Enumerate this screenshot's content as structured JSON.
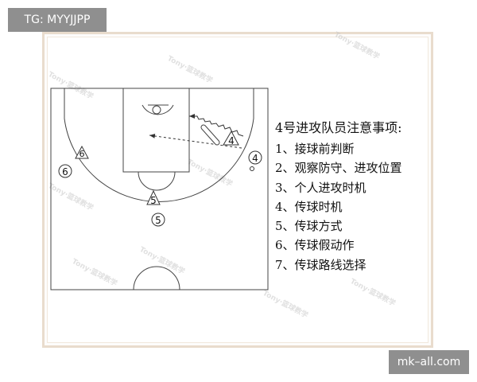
{
  "badges": {
    "top_left": "TG: MYYJJPP",
    "bottom_right": "mk–all.com"
  },
  "notes": {
    "title": "4号进攻队员注意事项:",
    "items": [
      "1、接球前判断",
      "2、观察防守、进攻位置",
      "3、个人进攻时机",
      "4、传球时机",
      "5、传球方式",
      "6、传球假动作",
      "7、传球路线选择"
    ]
  },
  "players": {
    "offense_4": "4",
    "defense_4": "4",
    "offense_5": "5",
    "defense_5": "5",
    "offense_6": "6",
    "defense_6": "6"
  },
  "watermark": "Tony·篮球教学"
}
